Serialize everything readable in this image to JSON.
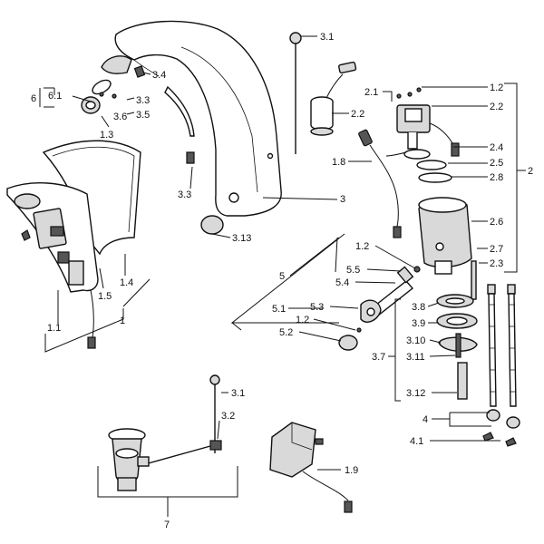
{
  "colors": {
    "ink": "#111111",
    "paper": "#ffffff",
    "shade": "#d9d9d9"
  },
  "labels": {
    "l_3_1_top": "3.1",
    "l_3_4": "3.4",
    "l_6": "6",
    "l_6_1": "6.1",
    "l_3_3_a": "3.3",
    "l_3_5": "3.5",
    "l_3_6": "3.6",
    "l_1_3": "1.3",
    "l_3_3_b": "3.3",
    "l_3": "3",
    "l_3_13": "3.13",
    "l_1_1": "1.1",
    "l_1_5": "1.5",
    "l_1_4": "1.4",
    "l_1": "1",
    "l_2_2_sensor": "2.2",
    "l_1_8": "1.8",
    "l_2_1": "2.1",
    "l_1_2_top": "1.2",
    "l_2_2_valve": "2.2",
    "l_2_4": "2.4",
    "l_2_5": "2.5",
    "l_2_8": "2.8",
    "l_2": "2",
    "l_2_6": "2.6",
    "l_2_7": "2.7",
    "l_2_3": "2.3",
    "l_1_2_mid": "1.2",
    "l_5": "5",
    "l_5_5": "5.5",
    "l_5_4": "5.4",
    "l_3_8": "3.8",
    "l_5_1": "5.1",
    "l_5_3": "5.3",
    "l_1_2_low": "1.2",
    "l_3_9": "3.9",
    "l_5_2": "5.2",
    "l_3_10": "3.10",
    "l_3_7": "3.7",
    "l_3_11": "3.11",
    "l_3_12": "3.12",
    "l_4": "4",
    "l_4_1": "4.1",
    "l_3_1_bottom": "3.1",
    "l_3_2": "3.2",
    "l_1_9": "1.9",
    "l_7": "7"
  }
}
